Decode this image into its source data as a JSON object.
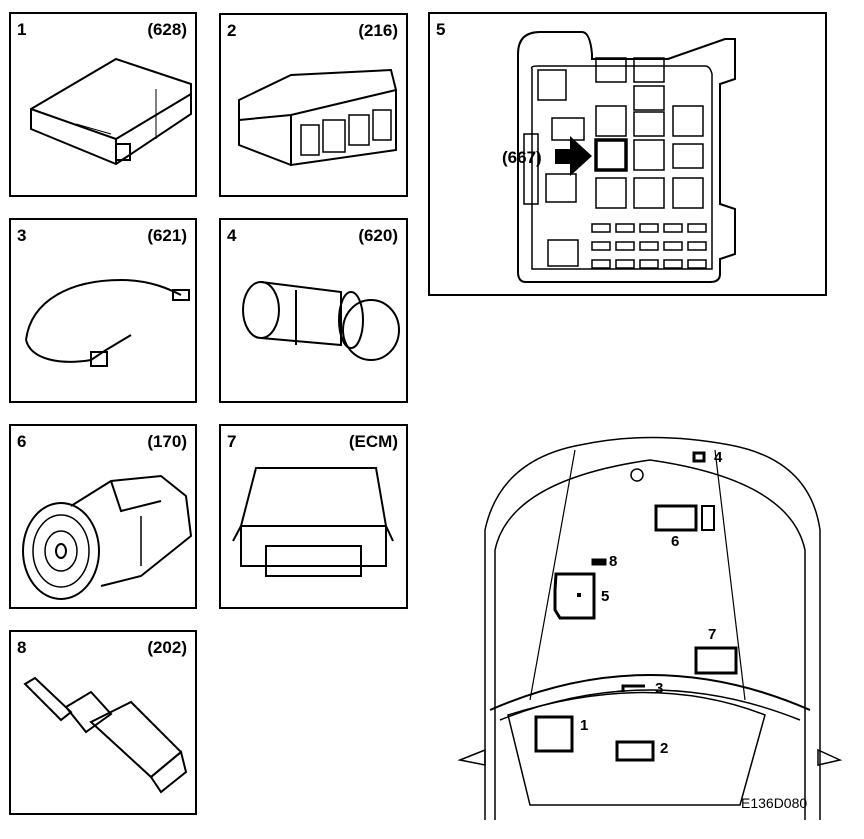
{
  "panels": [
    {
      "number": "1",
      "code": "(628)",
      "component": "control-module-box"
    },
    {
      "number": "2",
      "code": "(216)",
      "component": "climate-control-panel"
    },
    {
      "number": "3",
      "code": "(621)",
      "component": "sensor-with-cable"
    },
    {
      "number": "4",
      "code": "(620)",
      "component": "pressure-switch"
    },
    {
      "number": "5",
      "code": "",
      "component": "fuse-relay-box",
      "callout": "(667)"
    },
    {
      "number": "6",
      "code": "(170)",
      "component": "ac-compressor"
    },
    {
      "number": "7",
      "code": "(ECM)",
      "component": "engine-control-module"
    },
    {
      "number": "8",
      "code": "(202)",
      "component": "temperature-sensor"
    }
  ],
  "car_locations": {
    "labels": [
      "1",
      "2",
      "3",
      "4",
      "5",
      "6",
      "7",
      "8"
    ]
  },
  "figure_id": "E136D080"
}
